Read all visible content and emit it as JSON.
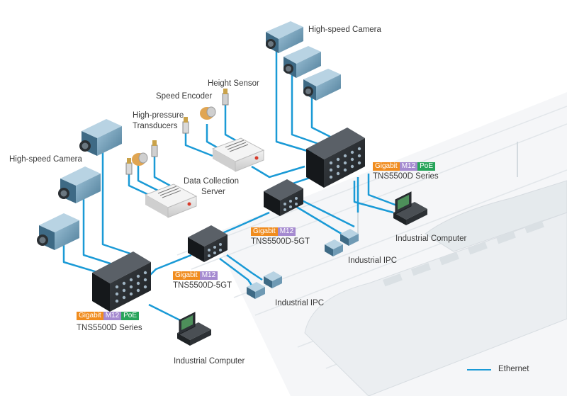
{
  "labels": {
    "hs_camera_top": "High-speed Camera",
    "hs_camera_left": "High-speed Camera",
    "height_sensor": "Height Sensor",
    "speed_encoder": "Speed Encoder",
    "hp_transducers_1": "High-pressure",
    "hp_transducers_2": "Transducers",
    "dcs_1": "Data Collection",
    "dcs_2": "Server",
    "switch_right": "TNS5500D Series",
    "switch_left": "TNS5500D Series",
    "switch_mid1": "TNS5500D-5GT",
    "switch_mid2": "TNS5500D-5GT",
    "ipc_1": "Industrial IPC",
    "ipc_2": "Industrial IPC",
    "computer_right": "Industrial Computer",
    "computer_bottom": "Industrial Computer"
  },
  "badges": {
    "gigabit": "Gigabit",
    "m12": "M12",
    "poe": "PoE"
  },
  "legend": {
    "ethernet": "Ethernet"
  },
  "colors": {
    "ethernet_line": "#1a9ad6",
    "gigabit": "#f08c1e",
    "m12": "#a58ad0",
    "poe": "#27a45a"
  }
}
